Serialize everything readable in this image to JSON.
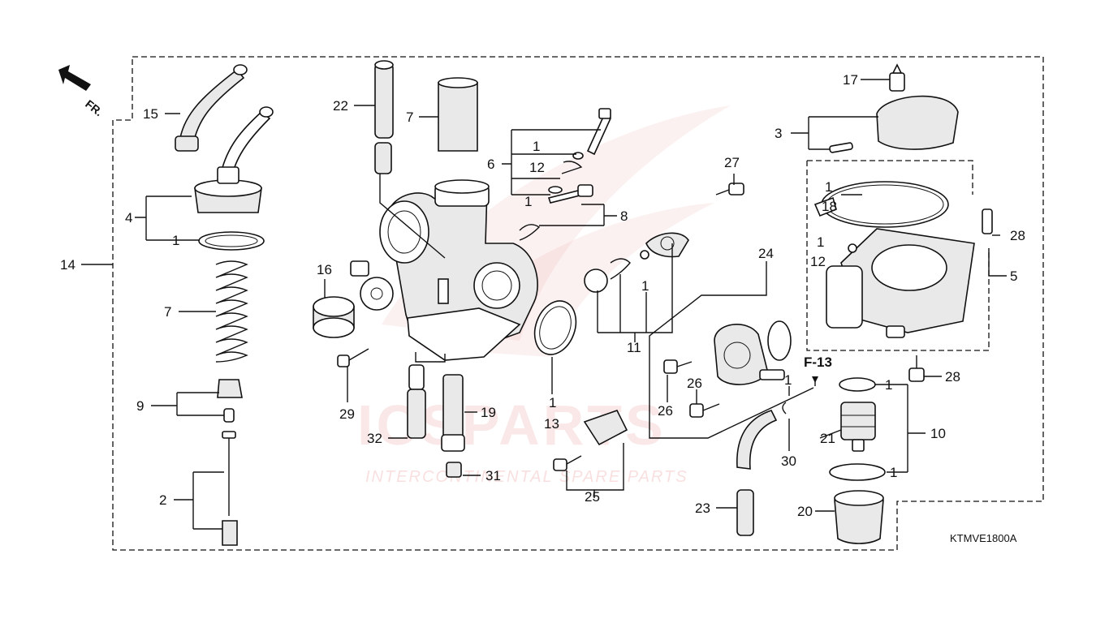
{
  "diagram": {
    "code": "KTMVE1800A",
    "direction_label": "FR.",
    "ref_label": "F-13",
    "watermark": {
      "brand": "ICSPARTS",
      "tagline": "INTERCONTINENTAL SPARE PARTS"
    },
    "callouts": {
      "c15": "15",
      "c4": "4",
      "c1a": "1",
      "c14": "14",
      "c7a": "7",
      "c9": "9",
      "c2": "2",
      "c22": "22",
      "c7b": "7",
      "c16": "16",
      "c29": "29",
      "c32": "32",
      "c19": "19",
      "c31": "31",
      "c6": "6",
      "c1b": "1",
      "c12a": "12",
      "c1c": "1",
      "c8": "8",
      "c27": "27",
      "c11": "11",
      "c1d": "1",
      "c1e": "1",
      "c13": "13",
      "c25": "25",
      "c24": "24",
      "c26a": "26",
      "c26b": "26",
      "c1f": "1",
      "c30": "30",
      "c23": "23",
      "c17": "17",
      "c3": "3",
      "c1g": "1",
      "c18": "18",
      "c1h": "1",
      "c12b": "12",
      "c28a": "28",
      "c5": "5",
      "c28b": "28",
      "c1i": "1",
      "c10": "10",
      "c21": "21",
      "c1j": "1",
      "c20": "20"
    }
  }
}
